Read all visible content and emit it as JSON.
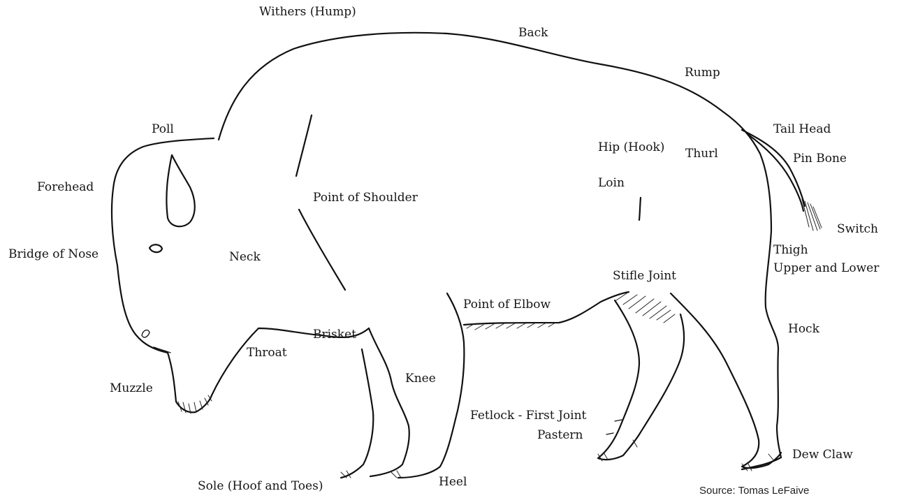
{
  "labels": {
    "withers": "Withers (Hump)",
    "back": "Back",
    "rump": "Rump",
    "tail_head": "Tail Head",
    "pin_bone": "Pin Bone",
    "hip": "Hip (Hook)",
    "thurl": "Thurl",
    "loin": "Loin",
    "switch": "Switch",
    "poll": "Poll",
    "forehead": "Forehead",
    "bridge_of_nose": "Bridge of Nose",
    "point_of_shoulder": "Point of Shoulder",
    "neck": "Neck",
    "thigh": "Thigh",
    "upper_and_lower": "Upper and Lower",
    "stifle_joint": "Stifle Joint",
    "point_of_elbow": "Point of Elbow",
    "brisket": "Brisket",
    "throat": "Throat",
    "hock": "Hock",
    "muzzle": "Muzzle",
    "knee": "Knee",
    "fetlock": "Fetlock - First Joint",
    "pastern": "Pastern",
    "dew_claw": "Dew Claw",
    "sole": "Sole (Hoof and Toes)",
    "heel": "Heel"
  },
  "source": "Source: Tomas LeFaive"
}
